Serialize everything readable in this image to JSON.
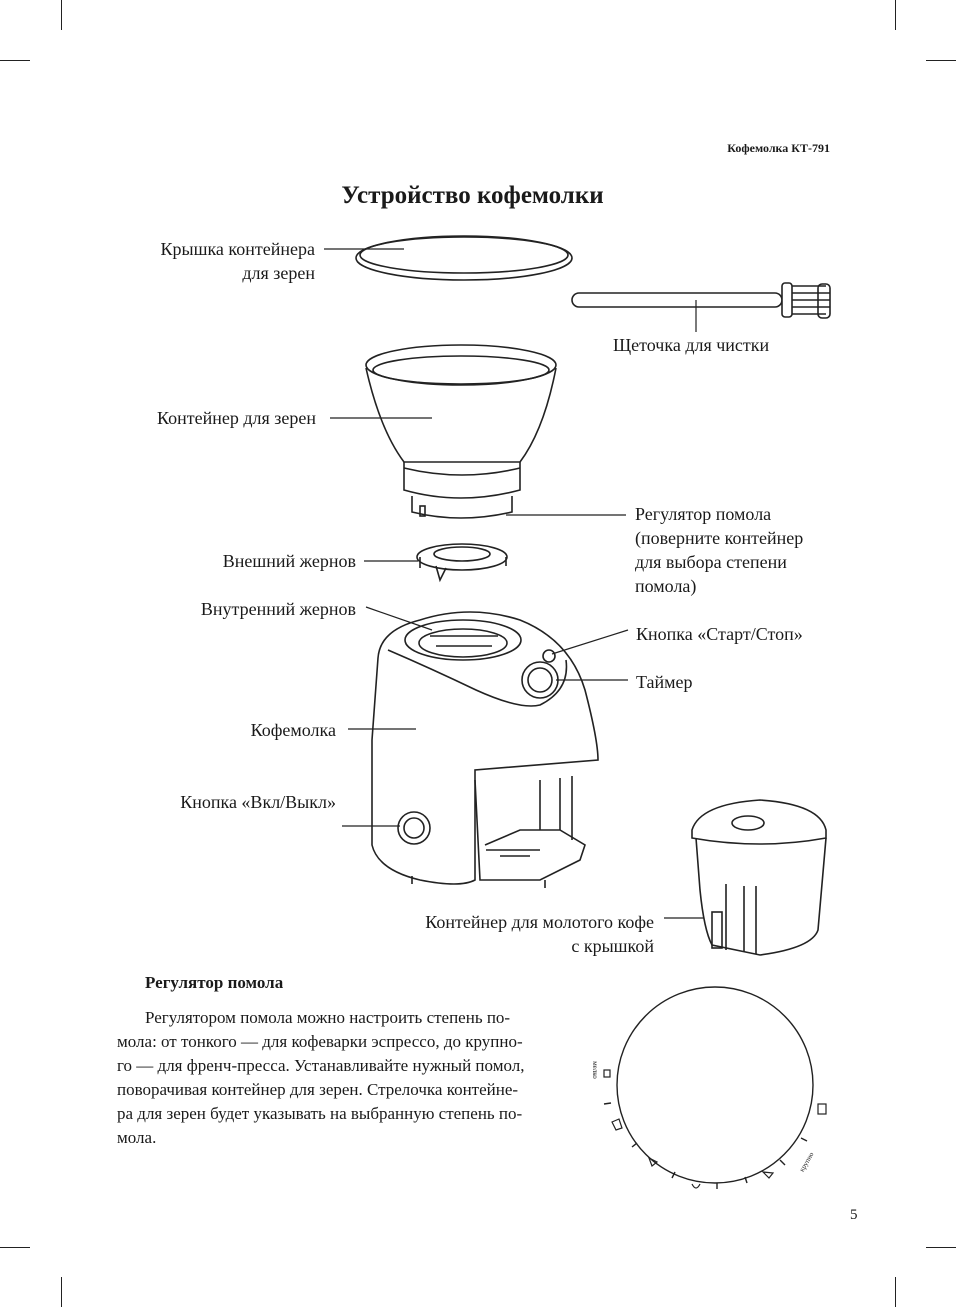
{
  "header": {
    "model": "Кофемолка КТ-791"
  },
  "title": "Устройство кофемолки",
  "labels": {
    "lid": [
      "Крышка контейнера",
      "для зерен"
    ],
    "brush": "Щеточка для чистки",
    "bean_container": "Контейнер для зерен",
    "grind_regulator": [
      "Регулятор помола",
      "(поверните контейнер",
      "для выбора степени",
      "помола)"
    ],
    "outer_burr": "Внешний жернов",
    "inner_burr": "Внутренний жернов",
    "start_stop": "Кнопка «Старт/Стоп»",
    "timer": "Таймер",
    "grinder": "Кофемолка",
    "power_button": "Кнопка «Вкл/Выкл»",
    "ground_container": [
      "Контейнер для молотого кофе",
      "с крышкой"
    ]
  },
  "section": {
    "heading": "Регулятор помола",
    "lines": [
      "Регулятором помола можно настроить степень по-",
      "мола: от тонкого — для кофеварки эспрессо, до крупно-",
      "го — для френч-пресса. Устанавливайте нужный помол,",
      "поворачивая контейнер для зерен. Стрелочка контейне-",
      "ра для зерен будет указывать на выбранную степень по-",
      "мола."
    ]
  },
  "dial": {
    "fine_label": "мелко",
    "coarse_label": "крупно"
  },
  "page_number": "5"
}
